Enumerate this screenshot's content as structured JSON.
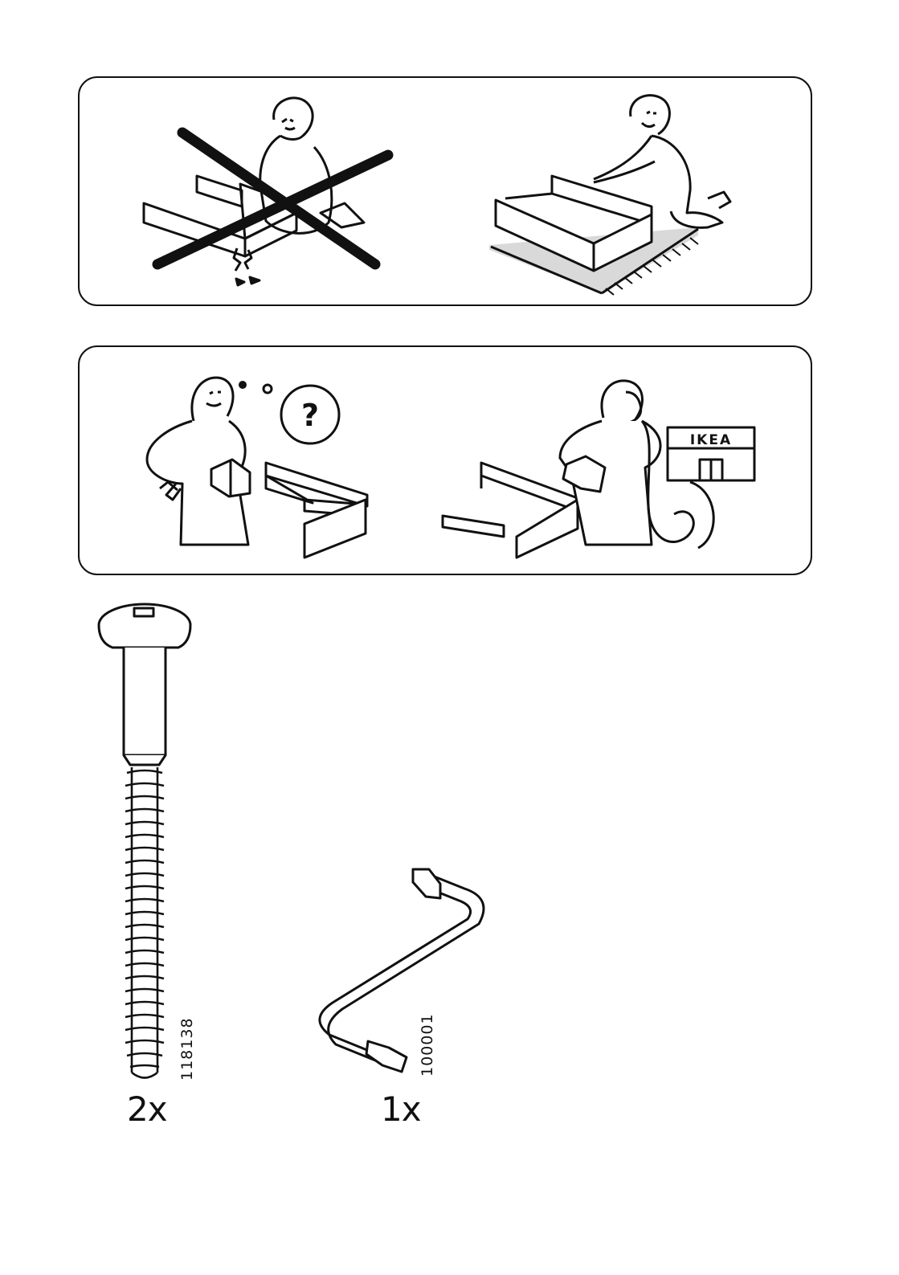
{
  "panels": {
    "care": {
      "wrong_label": "",
      "right_label": ""
    },
    "help": {
      "question_mark": "?",
      "shop_sign": "IKEA"
    }
  },
  "parts": [
    {
      "code": "118138",
      "quantity": "2x",
      "icon": "screw-icon"
    },
    {
      "code": "100001",
      "quantity": "1x",
      "icon": "allen-key-icon"
    }
  ],
  "colors": {
    "line": "#111111",
    "rug": "#d9d9d9",
    "background": "#ffffff"
  }
}
